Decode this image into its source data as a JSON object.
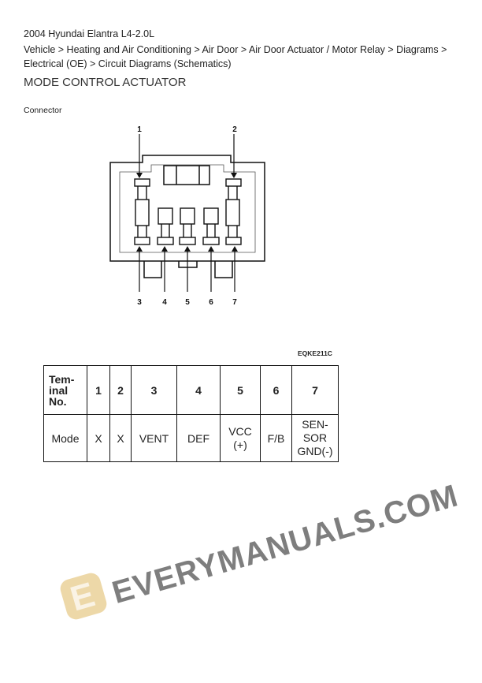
{
  "vehicle": "2004 Hyundai Elantra L4-2.0L",
  "breadcrumb": "Vehicle > Heating and Air Conditioning > Air Door > Air Door Actuator / Motor Relay > Diagrams > Electrical (OE) > Circuit Diagrams (Schematics)",
  "title": "MODE CONTROL ACTUATOR",
  "section_label": "Connector",
  "diagram": {
    "pin_labels": [
      "1",
      "2",
      "3",
      "4",
      "5",
      "6",
      "7"
    ],
    "code": "EQKE211C"
  },
  "table": {
    "header": [
      "Tem-\ninal\nNo.",
      "1",
      "2",
      "3",
      "4",
      "5",
      "6",
      "7"
    ],
    "row": [
      "Mode",
      "X",
      "X",
      "VENT",
      "DEF",
      "VCC\n(+)",
      "F/B",
      "SEN-\nSOR\nGND(-)"
    ]
  },
  "watermark": "EVERYMANUALS.COM"
}
